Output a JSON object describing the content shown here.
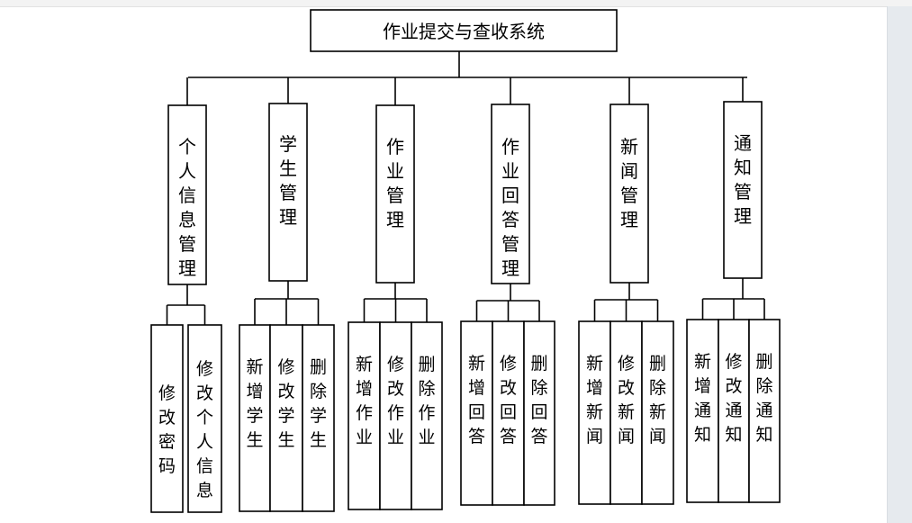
{
  "title": "作业提交与查收系统",
  "modules": [
    {
      "name": "个人信息管理",
      "children": [
        "修改密码",
        "修改个人信息"
      ]
    },
    {
      "name": "学生管理",
      "children": [
        "新增学生",
        "修改学生",
        "删除学生"
      ]
    },
    {
      "name": "作业管理",
      "children": [
        "新增作业",
        "修改作业",
        "删除作业"
      ]
    },
    {
      "name": "作业回答管理",
      "children": [
        "新增回答",
        "修改回答",
        "删除回答"
      ]
    },
    {
      "name": "新闻管理",
      "children": [
        "新增新闻",
        "修改新闻",
        "删除新闻"
      ]
    },
    {
      "name": "通知管理",
      "children": [
        "新增通知",
        "修改通知",
        "删除通知"
      ]
    }
  ]
}
